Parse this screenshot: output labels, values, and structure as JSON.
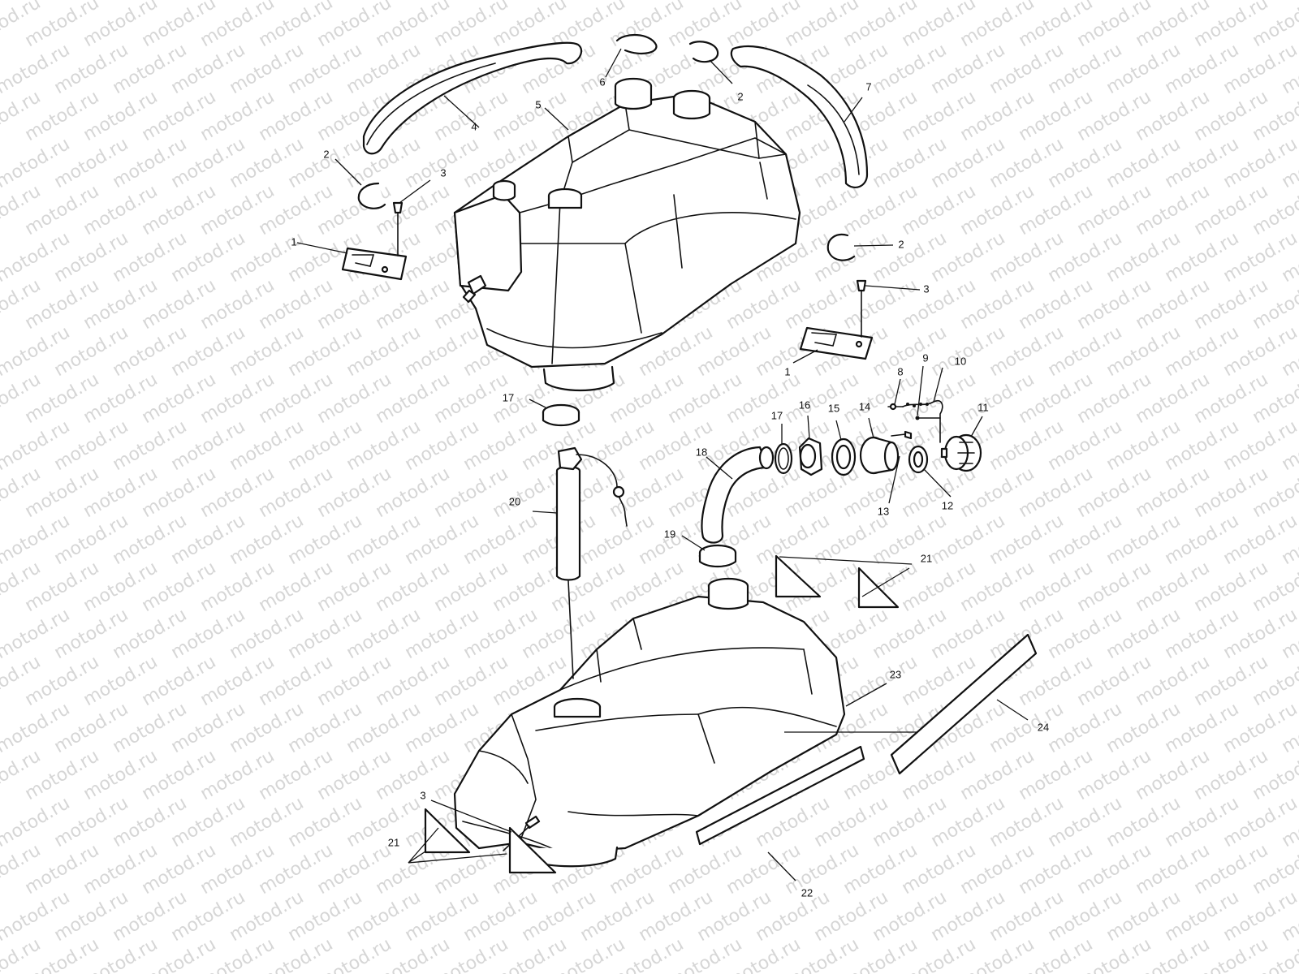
{
  "watermark": {
    "text": "motod.ru"
  },
  "colors": {
    "line": "#111111",
    "watermark": "#d6d6d6",
    "background": "#ffffff"
  },
  "callouts": [
    {
      "id": "c1a",
      "label": "1"
    },
    {
      "id": "c1b",
      "label": "1"
    },
    {
      "id": "c2a",
      "label": "2"
    },
    {
      "id": "c2b",
      "label": "2"
    },
    {
      "id": "c2c",
      "label": "2"
    },
    {
      "id": "c3a",
      "label": "3"
    },
    {
      "id": "c3b",
      "label": "3"
    },
    {
      "id": "c3c",
      "label": "3"
    },
    {
      "id": "c4",
      "label": "4"
    },
    {
      "id": "c5",
      "label": "5"
    },
    {
      "id": "c6",
      "label": "6"
    },
    {
      "id": "c7",
      "label": "7"
    },
    {
      "id": "c8",
      "label": "8"
    },
    {
      "id": "c9",
      "label": "9"
    },
    {
      "id": "c10",
      "label": "10"
    },
    {
      "id": "c11",
      "label": "11"
    },
    {
      "id": "c12",
      "label": "12"
    },
    {
      "id": "c13",
      "label": "13"
    },
    {
      "id": "c14",
      "label": "14"
    },
    {
      "id": "c15",
      "label": "15"
    },
    {
      "id": "c16",
      "label": "16"
    },
    {
      "id": "c17a",
      "label": "17"
    },
    {
      "id": "c17b",
      "label": "17"
    },
    {
      "id": "c18",
      "label": "18"
    },
    {
      "id": "c19",
      "label": "19"
    },
    {
      "id": "c20",
      "label": "20"
    },
    {
      "id": "c21a",
      "label": "21"
    },
    {
      "id": "c21b",
      "label": "21"
    },
    {
      "id": "c22",
      "label": "22"
    },
    {
      "id": "c23",
      "label": "23"
    },
    {
      "id": "c24",
      "label": "24"
    }
  ]
}
